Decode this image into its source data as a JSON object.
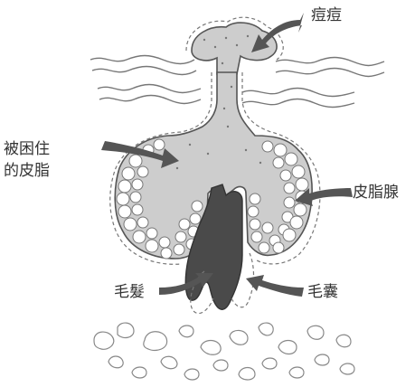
{
  "labels": {
    "pimple": "痘痘",
    "trapped_sebum_line1": "被困住",
    "trapped_sebum_line2": "的皮脂",
    "sebaceous_gland": "皮脂腺",
    "hair": "毛髮",
    "hair_follicle": "毛囊"
  },
  "colors": {
    "sebum_fill": "#cdcdcd",
    "hair_fill": "#4a4a4a",
    "arrow": "#555555",
    "outline": "#555555"
  }
}
